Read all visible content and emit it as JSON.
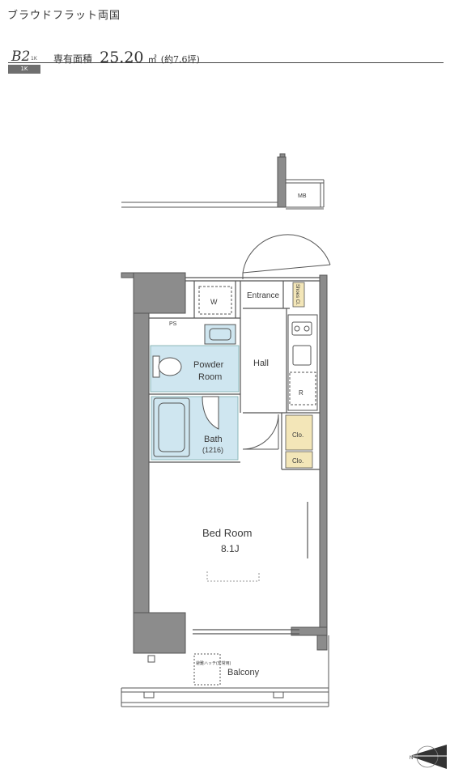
{
  "header": {
    "title": "ブラウドフラット両国",
    "type_code": "B2",
    "type_sub": "1K",
    "layout_badge": "1K",
    "area_label": "専有面積",
    "area_value": "25.20",
    "area_unit": "㎡",
    "area_tsubo": "(約7.6坪)"
  },
  "rooms": {
    "mb": "MB",
    "entrance": "Entrance",
    "shoes_closet": "Shoes Cl.",
    "w": "W",
    "ps": "PS",
    "hall": "Hall",
    "powder_room_1": "Powder",
    "powder_room_2": "Room",
    "bath": "Bath",
    "bath_size": "(1216)",
    "refrigerator": "R",
    "closet_1": "Clo.",
    "closet_2": "Clo.",
    "bed_room": "Bed Room",
    "bed_room_size": "8.1J",
    "balcony": "Balcony",
    "evac_hatch": "避難ハッチ(非常用)"
  },
  "compass": {
    "label": "N"
  },
  "colors": {
    "wet_area": "#cfe6f0",
    "closet": "#f3e6b8",
    "wall": "#8c8c8c",
    "line": "#555555"
  }
}
